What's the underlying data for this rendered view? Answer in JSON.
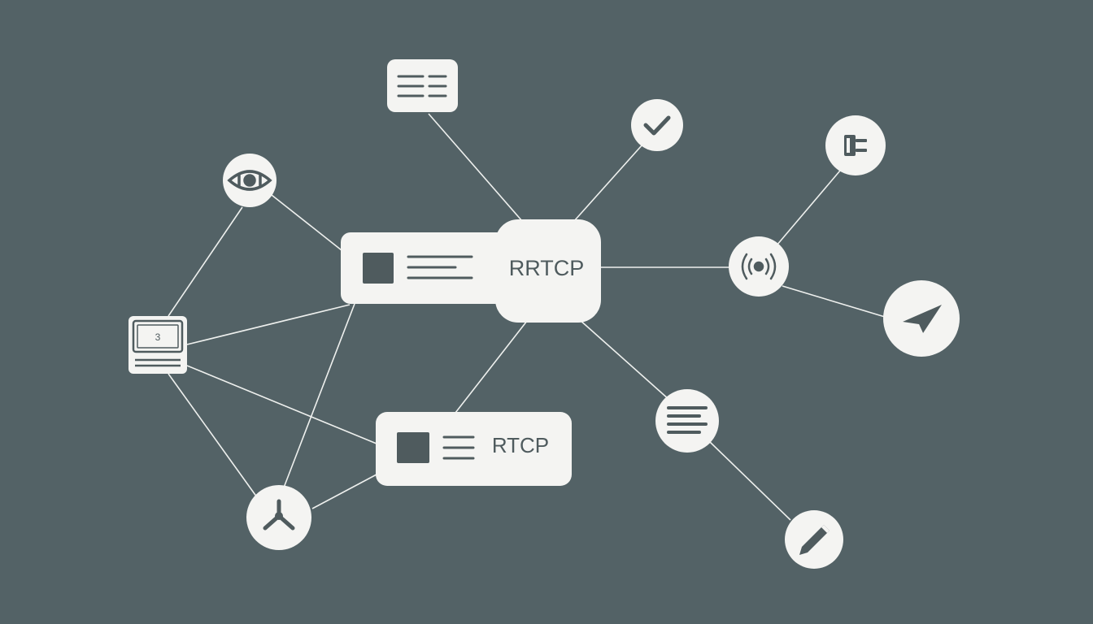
{
  "colors": {
    "background": "#536266",
    "node_fill": "#f4f4f2",
    "icon": "#4f5b5e",
    "edge": "#eef0ee"
  },
  "nodes": {
    "rrtcp": {
      "label": "RRTCP"
    },
    "rtcp": {
      "label": "RTCP"
    },
    "monitor": {
      "label": "3"
    }
  },
  "icons": [
    "document-icon",
    "checkmark-icon",
    "plug-icon",
    "eye-icon",
    "broadcast-icon",
    "paper-plane-icon",
    "monitor-icon",
    "list-icon",
    "fan-icon",
    "pencil-icon"
  ]
}
